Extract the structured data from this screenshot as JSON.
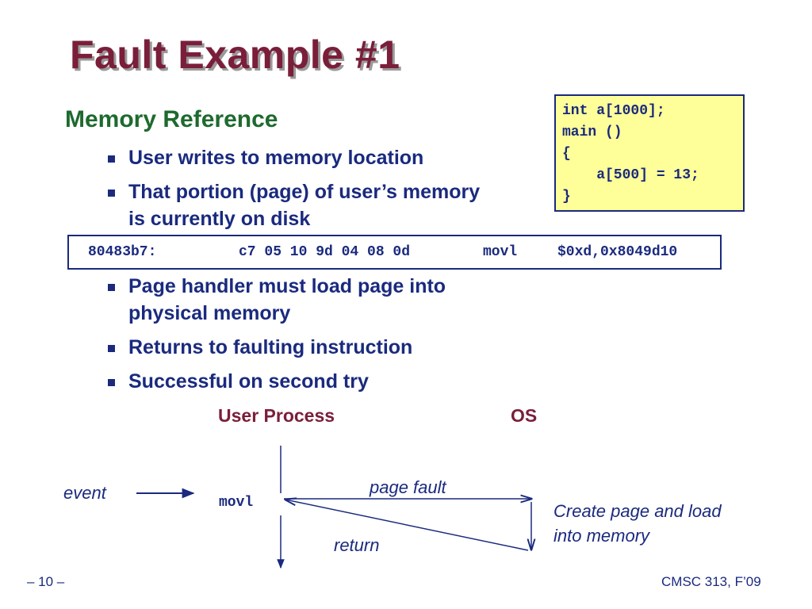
{
  "slide": {
    "title": "Fault Example #1",
    "subheading": "Memory Reference",
    "bullets_top": [
      "User writes to memory location",
      "That portion (page) of user’s memory",
      "is currently on disk"
    ],
    "bullets_bottom": [
      "Page handler must load page into",
      "physical memory",
      "Returns to faulting instruction",
      "Successful on second try"
    ]
  },
  "code": {
    "lines": [
      "int a[1000];",
      "main ()",
      "{",
      "    a[500] = 13;",
      "}"
    ]
  },
  "asm": {
    "address": "80483b7:",
    "bytes": "c7 05 10 9d 04 08 0d",
    "mnemonic": "movl",
    "operands": "$0xd,0x8049d10"
  },
  "diagram": {
    "user_process_label": "User Process",
    "os_label": "OS",
    "event_label": "event",
    "movl_label": "movl",
    "page_fault_label": "page fault",
    "create_page_line1": "Create page and load",
    "create_page_line2": "into memory",
    "return_label": "return"
  },
  "footer": {
    "page": "– 10 –",
    "course": "CMSC 313, F’09"
  }
}
